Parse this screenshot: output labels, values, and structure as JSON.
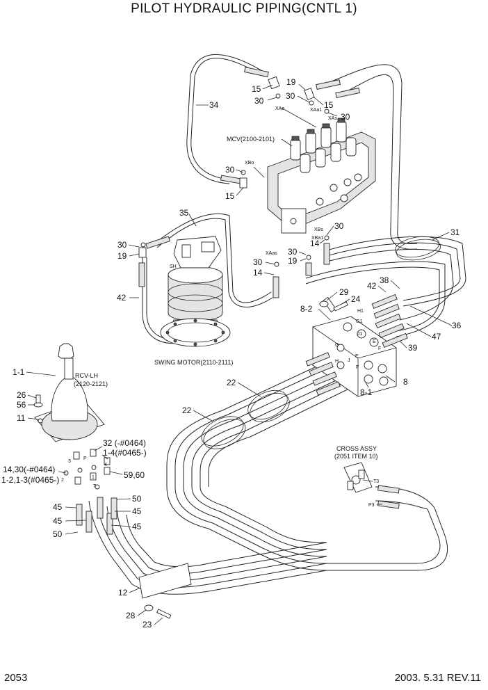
{
  "title": "PILOT HYDRAULIC PIPING(CNTL 1)",
  "page_number": "2053",
  "date_rev": "2003. 5.31  REV.11",
  "components": {
    "mcv": "MCV(2100-2101)",
    "swing_motor": "SWING MOTOR(2110-2111)",
    "rcv_lh": "RCV-LH",
    "rcv_lh_ref": "(2120-2121)",
    "cross_assy": "CROSS ASSY",
    "cross_assy_ref": "(2051 ITEM 10)"
  },
  "labels": {
    "p34": "34",
    "p15a": "15",
    "p30a": "30",
    "p19a": "19",
    "p30b": "30",
    "p15b": "15",
    "p30c": "30",
    "p30d": "30",
    "p15c": "15",
    "p35": "35",
    "p30e": "30",
    "p19b": "19",
    "p30f": "30",
    "p14a": "14",
    "p30g": "30",
    "p19c": "19",
    "p30h": "30",
    "p14b": "14",
    "p31": "31",
    "p42a": "42",
    "p38": "38",
    "p29": "29",
    "p24": "24",
    "p8_2": "8-2",
    "p36": "36",
    "p47": "47",
    "p39": "39",
    "p8": "8",
    "p8_1": "8-1",
    "p42b": "42",
    "p1_1": "1-1",
    "p26": "26",
    "p56": "56",
    "p11": "11",
    "p22a": "22",
    "p22b": "22",
    "p32": "32 (-#0464)",
    "p1_4": "1-4(#0465-)",
    "p14_30": "14,30(-#0464)",
    "p1_2": "1-2,1-3(#0465-)",
    "p59_60": "59,60",
    "p45a": "45",
    "p50a": "50",
    "p45b": "45",
    "p45c": "45",
    "p45d": "45",
    "p50b": "50",
    "p12": "12",
    "p28": "28",
    "p23": "23"
  },
  "port_labels": {
    "xao": "XAo",
    "xaa1": "XAa1",
    "xas": "XAs",
    "xbo": "XBo",
    "xbs": "XBs",
    "xba1": "XBa1",
    "xaas": "XAas",
    "sh": "SH",
    "h1": "H1",
    "g1": "G1",
    "j1": "J1",
    "e": "E",
    "f": "F",
    "g": "G",
    "h": "H",
    "j": "J",
    "t3": "T3",
    "p3": "P3",
    "rcv_p": "P",
    "rcv_t": "T",
    "rcv_1": "1",
    "rcv_2": "2",
    "rcv_3": "3",
    "rcv_4": "4"
  }
}
